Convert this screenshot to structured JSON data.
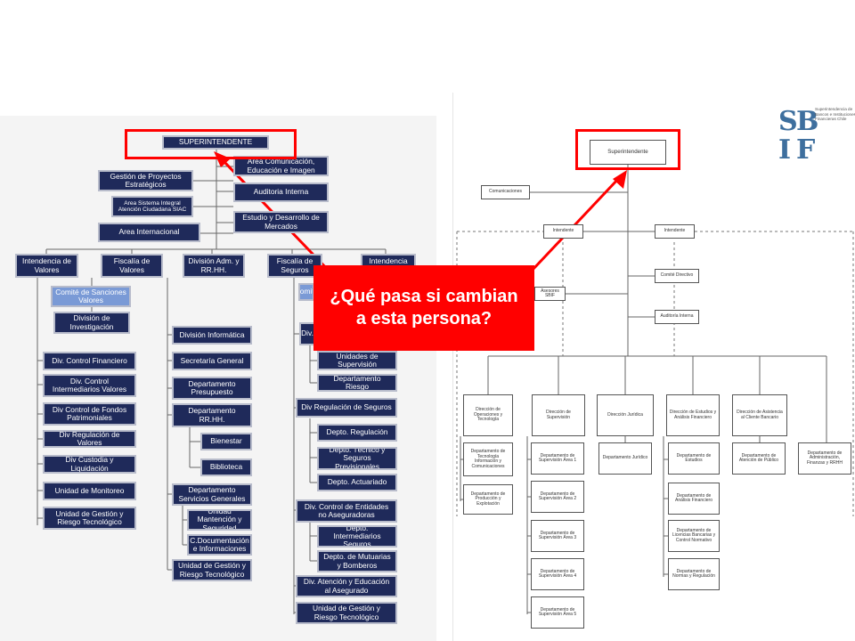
{
  "callout_text": "¿Qué pasa si cambian a esta persona?",
  "colors": {
    "highlight": "#ff0000",
    "box_dark": "#1f2a5a",
    "box_light": "#7a9ad6"
  },
  "left_chart": {
    "superintendente": "SUPERINTENDENTE",
    "area_comunicacion": "Area Comunicación, Educación e Imagen",
    "auditoria_interna": "Auditoria Interna",
    "gestion_proyectos": "Gestión de Proyectos Estratégicos",
    "area_siac": "Area Sistema Integral Atención Ciudadana SIAC",
    "estudio_desarrollo": "Estudio y Desarrollo de Mercados",
    "area_internacional": "Area Internacional",
    "intendencia_valores": "Intendencia de Valores",
    "fiscalia_valores": "Fiscalía de Valores",
    "division_adm": "División Adm. y RR.HH.",
    "fiscalia_seguros": "Fiscalía de Seguros",
    "intendencia_seguros": "Intendencia",
    "comite_sanciones": "Comité de Sanciones Valores",
    "comite_seguros": "Comité",
    "division_investigacion": "División de Investigación",
    "valores_divisions": [
      "Div. Control Financiero",
      "Div. Control Intermediarios Valores",
      "Div Control de Fondos Patrimoniales",
      "Div Regulación de Valores",
      "Div Custodia y Liquidación",
      "Unidad de Monitoreo",
      "Unidad de Gestión y Riesgo Tecnológico"
    ],
    "adm_divisions": [
      "División Informática",
      "Secretaría General",
      "Departamento Presupuesto",
      "Departamento RR.HH.",
      "Bienestar",
      "Biblioteca",
      "Departamento Servicios Generales",
      "Unidad Mantención y Seguridad",
      "C.Documentación e Informaciones",
      "Unidad de Gestión y Riesgo Tecnológico"
    ],
    "seguros_divisions": [
      "Div.",
      "Unidades de Supervisión",
      "Departamento Riesgo",
      "Div Regulación de Seguros",
      "Depto. Regulación",
      "Depto. Técnico y Seguros Previsionales",
      "Depto. Actuariado",
      "Div. Control de Entidades no Aseguradoras",
      "Depto. Intermediarios Seguros",
      "Depto. de Mutuarias y Bomberos",
      "Div. Atención y Educación al Asegurado",
      "Unidad de Gestión y Riesgo Tecnológico"
    ]
  },
  "right_chart": {
    "logo_letters": [
      "S",
      "B",
      "I",
      "F"
    ],
    "logo_text": "Superintendencia de Bancos e Instituciones Financieras Chile",
    "superintendente": "Superintendente",
    "comunicaciones": "Comunicaciones",
    "intendente_left": "Intendente",
    "intendente_right": "Intendente",
    "comite_directivo": "Comité Directivo",
    "asesores": "Asesores SBIF",
    "auditoria_interna": "Auditoría Interna",
    "direcciones": [
      "Dirección de Operaciones y Tecnología",
      "Dirección de Supervisión",
      "Dirección Jurídica",
      "Dirección de Estudios y Análisis Financiero",
      "Dirección de Asistencia al Cliente Bancario"
    ],
    "ops_depts": [
      "Departamento de Tecnología Información y Comunicaciones",
      "Departamento de Producción y Explotación"
    ],
    "supervision_depts": [
      "Departamento de Supervisión Área 1",
      "Departamento de Supervisión Área 2",
      "Departamento de Supervisión Área 3",
      "Departamento de Supervisión Área 4",
      "Departamento de Supervisión Área 5"
    ],
    "juridica_depts": [
      "Departamento Jurídico"
    ],
    "estudios_depts": [
      "Departamento de Estudios",
      "Departamento de Análisis Financiero",
      "Departamento de Licencias Bancarias y Control Normativo",
      "Departamento de Normas y Regulación"
    ],
    "asistencia_depts": [
      "Departamento de Atención de Público"
    ],
    "admin_dept": "Departamento de Administración, Finanzas y RRHH"
  }
}
